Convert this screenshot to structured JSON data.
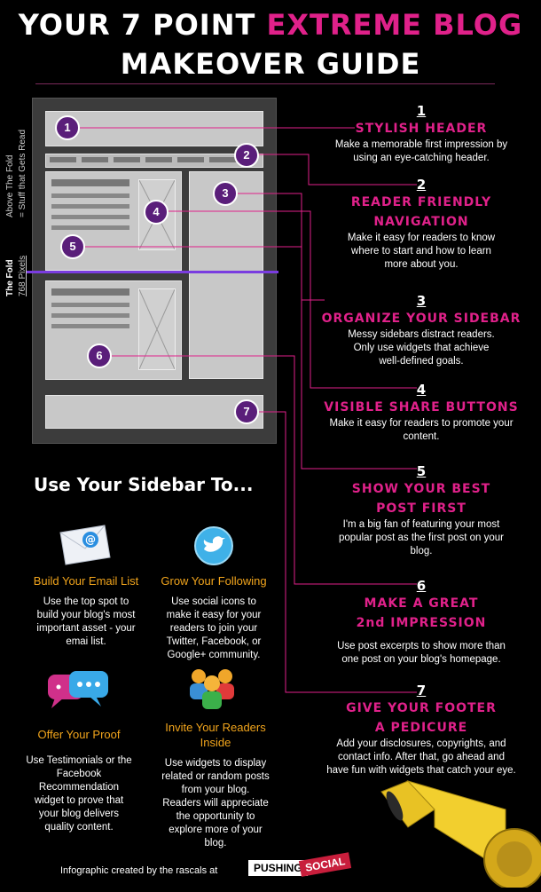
{
  "title": {
    "line1_white": "YOUR 7 POINT ",
    "line1_pink": "EXTREME BLOG",
    "line2": "MAKEOVER GUIDE"
  },
  "mockup": {
    "above_fold_label_1": "Above The Fold",
    "above_fold_label_2": "= Stuff that Gets Read",
    "fold_label_1": "The Fold",
    "fold_label_2": "768 Pixels",
    "markers": [
      "1",
      "2",
      "3",
      "4",
      "5",
      "6",
      "7"
    ]
  },
  "steps": [
    {
      "num": "1",
      "heading": [
        "STYLISH HEADER"
      ],
      "desc": [
        "Make a memorable first impression by",
        "using an eye-catching header."
      ]
    },
    {
      "num": "2",
      "heading": [
        "READER FRIENDLY",
        "NAVIGATION"
      ],
      "desc": [
        "Make it easy for readers to know",
        "where to start and how to learn",
        "more about you."
      ]
    },
    {
      "num": "3",
      "heading": [
        "ORGANIZE YOUR SIDEBAR"
      ],
      "desc": [
        "Messy sidebars distract readers.",
        "Only use widgets that achieve",
        "well-defined goals."
      ]
    },
    {
      "num": "4",
      "heading": [
        "VISIBLE SHARE BUTTONS"
      ],
      "desc": [
        "Make it easy for readers to promote your",
        "content."
      ]
    },
    {
      "num": "5",
      "heading": [
        "SHOW YOUR BEST",
        "POST FIRST"
      ],
      "desc": [
        "I'm a big fan of featuring your most",
        "popular post as the first post on your",
        "blog."
      ]
    },
    {
      "num": "6",
      "heading": [
        "MAKE A GREAT",
        "2nd IMPRESSION"
      ],
      "desc": [
        "Use post excerpts to show more than",
        "one post on your blog's homepage."
      ]
    },
    {
      "num": "7",
      "heading": [
        "GIVE YOUR FOOTER",
        "A PEDICURE"
      ],
      "desc": [
        "Add your disclosures, copyrights, and",
        "contact info.  After that, go ahead and",
        "have fun with widgets that catch your eye."
      ]
    }
  ],
  "sidebar_section": {
    "title": "Use Your Sidebar To...",
    "tips": [
      {
        "label": [
          "Build Your Email List"
        ],
        "desc": [
          "Use the top spot to",
          "build your blog's most",
          "important asset - your",
          "emai list."
        ]
      },
      {
        "label": [
          "Grow Your Following"
        ],
        "desc": [
          "Use social icons to",
          "make it easy for your",
          "readers to join your",
          "Twitter, Facebook, or",
          "Google+ community."
        ]
      },
      {
        "label": [
          "Offer Your Proof"
        ],
        "desc": [
          "Use Testimonials or the",
          "Facebook",
          "Recommendation",
          "widget to prove that",
          "your blog delivers",
          "quality content."
        ]
      },
      {
        "label": [
          "Invite Your Readers",
          "Inside"
        ],
        "desc": [
          "Use widgets to display",
          "related or random posts",
          "from your blog.",
          "Readers will appreciate",
          "the opportunity to",
          "explore more of your",
          "blog."
        ]
      }
    ]
  },
  "footer": {
    "credit": "Infographic created by the rascals at",
    "brand_1": "PUSHING",
    "brand_2": "SOCIAL"
  },
  "icons": {
    "email": "email-envelope-icon",
    "twitter": "twitter-bird-icon",
    "chat": "speech-bubbles-icon",
    "people": "people-group-icon",
    "hairdryer": "hair-dryer-icon"
  },
  "colors": {
    "pink": "#e0218a",
    "orange": "#f2a51c",
    "purple": "#5a1e7a",
    "fold": "#7a3ce0"
  }
}
